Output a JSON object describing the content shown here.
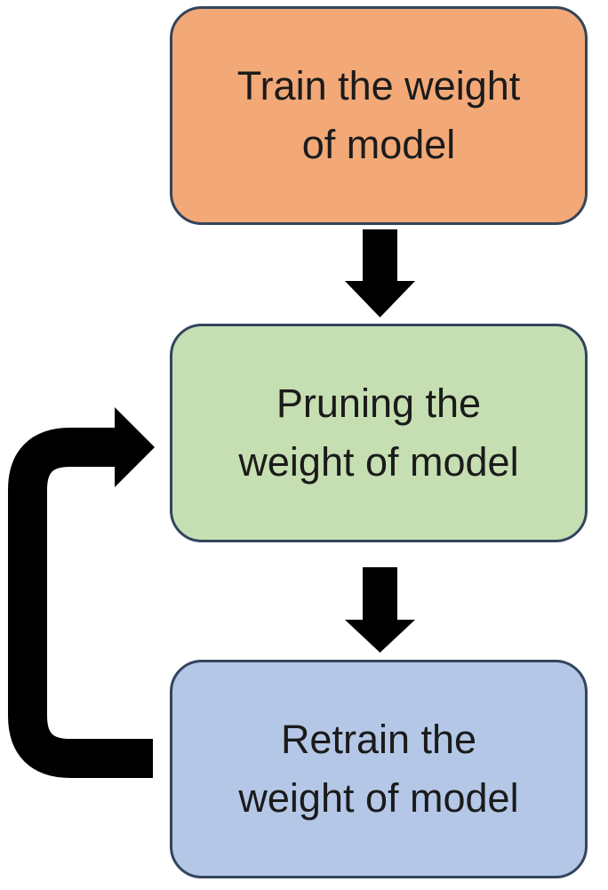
{
  "diagram": {
    "nodes": [
      {
        "id": "train",
        "lines": [
          "Train the weight",
          "of model"
        ],
        "fill": "#F2A977",
        "stroke": "#32455C"
      },
      {
        "id": "pruning",
        "lines": [
          "Pruning the",
          "weight of model"
        ],
        "fill": "#C6DFB2",
        "stroke": "#32455C"
      },
      {
        "id": "retrain",
        "lines": [
          "Retrain the",
          "weight of model"
        ],
        "fill": "#B4C7E7",
        "stroke": "#32455C"
      }
    ],
    "connectors": {
      "color": "#000000",
      "items": [
        {
          "id": "train-to-pruning",
          "type": "block-arrow-down"
        },
        {
          "id": "pruning-to-retrain",
          "type": "block-arrow-down"
        },
        {
          "id": "retrain-to-pruning-loop",
          "type": "elbow-arrow-left-up-right"
        }
      ]
    },
    "background": "#FFFFFF",
    "text_color": "#1B1B1B"
  }
}
